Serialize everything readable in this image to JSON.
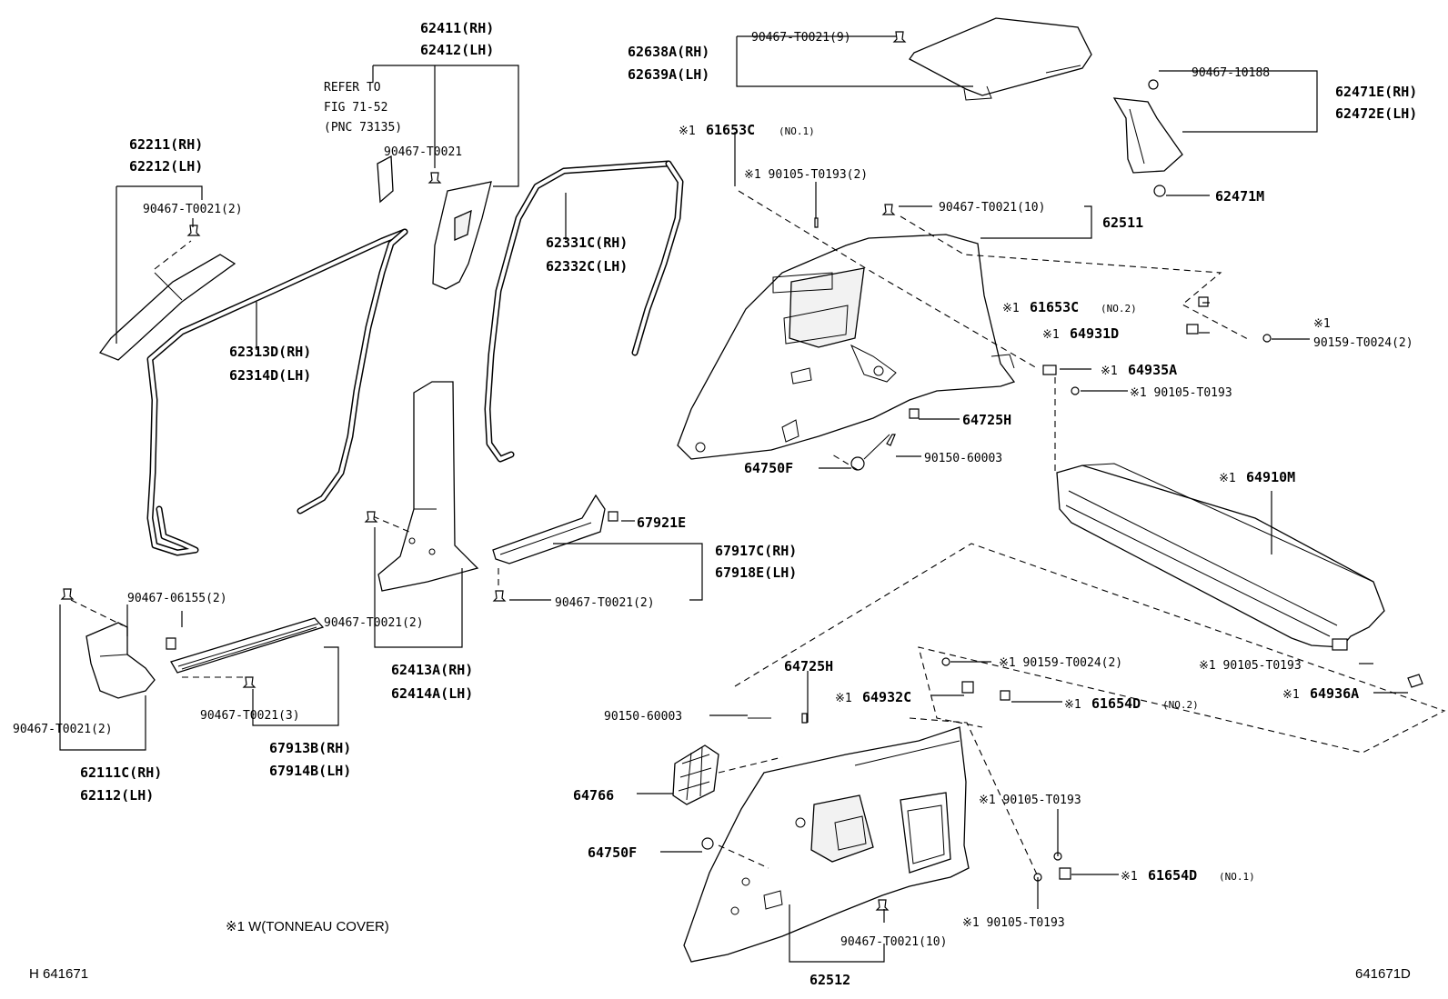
{
  "labels": {
    "p62411": "62411(RH)",
    "p62412": "62412(LH)",
    "refer1": "REFER TO",
    "refer2": "FIG 71-52",
    "refer3": "(PNC 73135)",
    "c90467_t0021_a": "90467-T0021",
    "p62211": "62211(RH)",
    "p62212": "62212(LH)",
    "c90467_t0021_2a": "90467-T0021(2)",
    "p62313d": "62313D(RH)",
    "p62314d": "62314D(LH)",
    "p62331c": "62331C(RH)",
    "p62332c": "62332C(LH)",
    "p62638a": "62638A(RH)",
    "p62639a": "62639A(LH)",
    "c90467_t0021_9": "90467-T0021(9)",
    "c90467_10188": "90467-10188",
    "p62471e": "62471E(RH)",
    "p62472e": "62472E(LH)",
    "p62471m": "62471M",
    "m1_61653c_no1_mark": "※1",
    "p61653c_no1": "61653C",
    "p61653c_no1_sub": "(NO.1)",
    "m1_90105_t0193_2": "※1 90105-T0193(2)",
    "c90467_t0021_10a": "90467-T0021(10)",
    "p62511": "62511",
    "m1_61653c_no2_mark": "※1",
    "p61653c_no2": "61653C",
    "p61653c_no2_sub": "(NO.2)",
    "m1_64931d_mark": "※1",
    "p64931d": "64931D",
    "m1_90159_mark": "※1",
    "c90159_t0024_2a": "90159-T0024(2)",
    "m1_64935a_mark": "※1",
    "p64935a": "64935A",
    "m1_90105_t0193_a": "※1 90105-T0193",
    "p64725h_a": "64725H",
    "p64750f_a": "64750F",
    "c90150_60003_a": "90150-60003",
    "m1_64910m_mark": "※1",
    "p64910m": "64910M",
    "p67921e": "67921E",
    "p67917c": "67917C(RH)",
    "p67918e": "67918E(LH)",
    "c90467_t0021_2b": "90467-T0021(2)",
    "c90467_06155": "90467-06155(2)",
    "c90467_t0021_2c": "90467-T0021(2)",
    "p62413a": "62413A(RH)",
    "p62414a": "62414A(LH)",
    "c90467_t0021_2d": "90467-T0021(2)",
    "c90467_t0021_3": "90467-T0021(3)",
    "p62111c": "62111C(RH)",
    "p62112": "62112(LH)",
    "p67913b": "67913B(RH)",
    "p67914b": "67914B(LH)",
    "p64725h_b": "64725H",
    "c90150_60003_b": "90150-60003",
    "m1_64932c_mark": "※1",
    "p64932c": "64932C",
    "m1_90159_t0024_b": "※1 90159-T0024(2)",
    "m1_61654d_no2_mark": "※1",
    "p61654d_no2": "61654D",
    "p61654d_no2_sub": "(NO.2)",
    "m1_90105_t0193_b": "※1 90105-T0193",
    "m1_64936a_mark": "※1",
    "p64936a": "64936A",
    "p64766": "64766",
    "m1_90105_t0193_c": "※1 90105-T0193",
    "p64750f_b": "64750F",
    "m1_61654d_no1_mark": "※1",
    "p61654d_no1": "61654D",
    "p61654d_no1_sub": "(NO.1)",
    "m1_90105_t0193_d": "※1 90105-T0193",
    "c90467_t0021_10b": "90467-T0021(10)",
    "p62512": "62512",
    "footnote": "※1  W(TONNEAU COVER)",
    "footer_left": "H  641671",
    "footer_right": "641671D"
  }
}
